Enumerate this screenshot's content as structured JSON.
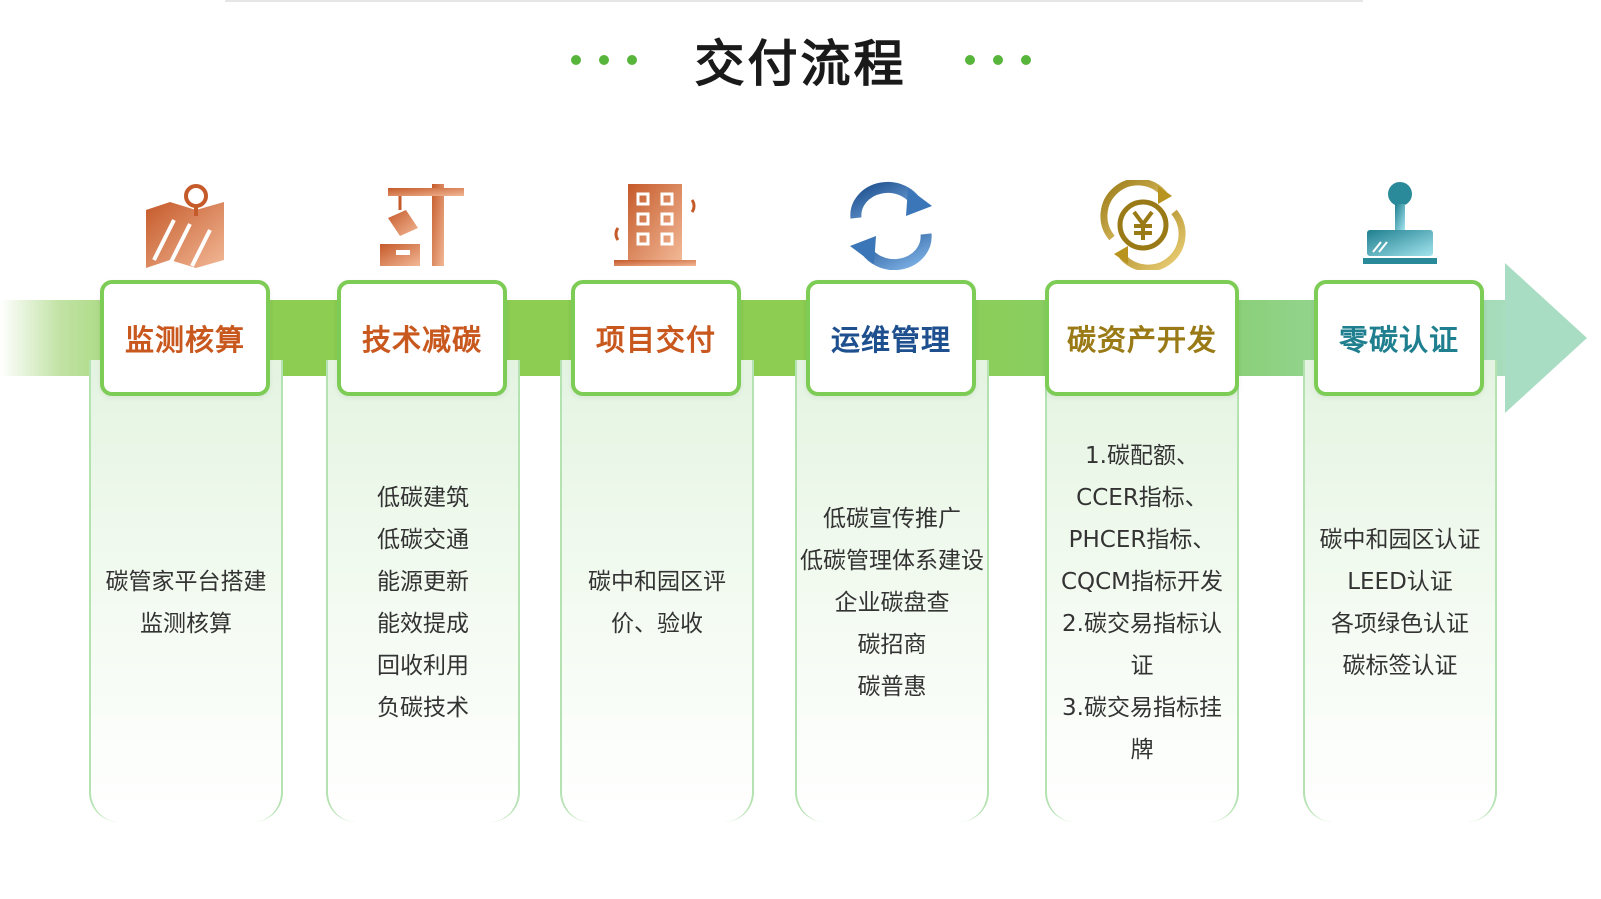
{
  "title": "交付流程",
  "colors": {
    "accent_green": "#7ccc55",
    "dot_green": "#58b53c",
    "orange": "#c8581e",
    "blue": "#1e4f8e",
    "gold": "#9a7a16",
    "teal": "#1f7f8f"
  },
  "steps": [
    {
      "title": "监测核算",
      "icon": "map-pin-icon",
      "lines": [
        "碳管家平台搭建",
        "监测核算"
      ]
    },
    {
      "title": "技术减碳",
      "icon": "crane-icon",
      "lines": [
        "低碳建筑",
        "低碳交通",
        "能源更新",
        "能效提成",
        "回收利用",
        "负碳技术"
      ]
    },
    {
      "title": "项目交付",
      "icon": "building-icon",
      "lines": [
        "碳中和园区评",
        "价、验收"
      ]
    },
    {
      "title": "运维管理",
      "icon": "refresh-icon",
      "lines": [
        "低碳宣传推广",
        "低碳管理体系建设",
        "企业碳盘查",
        "碳招商",
        "碳普惠"
      ]
    },
    {
      "title": "碳资产开发",
      "icon": "yuan-cycle-icon",
      "lines": [
        "1.碳配额、",
        "CCER指标、",
        "PHCER指标、",
        "CQCM指标开发",
        "2.碳交易指标认",
        "证",
        "3.碳交易指标挂",
        "牌"
      ]
    },
    {
      "title": "零碳认证",
      "icon": "stamp-icon",
      "lines": [
        "碳中和园区认证",
        "LEED认证",
        "各项绿色认证",
        "碳标签认证"
      ]
    }
  ]
}
